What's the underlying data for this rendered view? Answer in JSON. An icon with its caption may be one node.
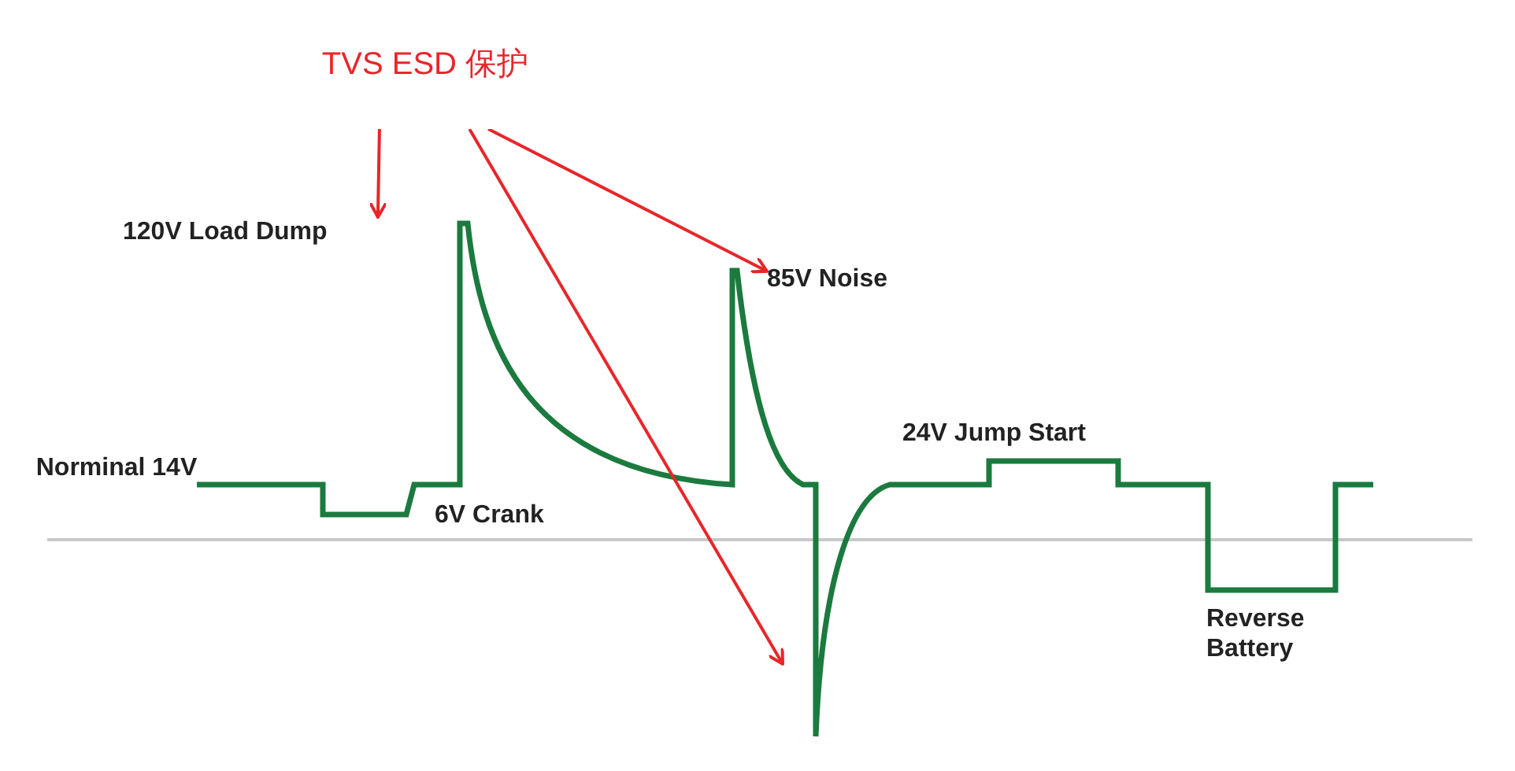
{
  "diagram": {
    "nodes": [
      {
        "text": [
          "TVS ESD 保护"
        ]
      },
      {
        "text": [
          "120V Load Dump"
        ]
      },
      {
        "text": [
          "85V Noise"
        ]
      }
    ],
    "edges": [
      {
        "from": 0,
        "to": 1,
        "arrow": "to"
      },
      {
        "from": 0,
        "to": 2,
        "arrow": "to"
      },
      {
        "from": 0,
        "to": null,
        "arrow": "to"
      }
    ],
    "labels": [
      "Norminal 14V",
      "6V Crank",
      "24V Jump Start",
      "Reverse Battery"
    ]
  }
}
